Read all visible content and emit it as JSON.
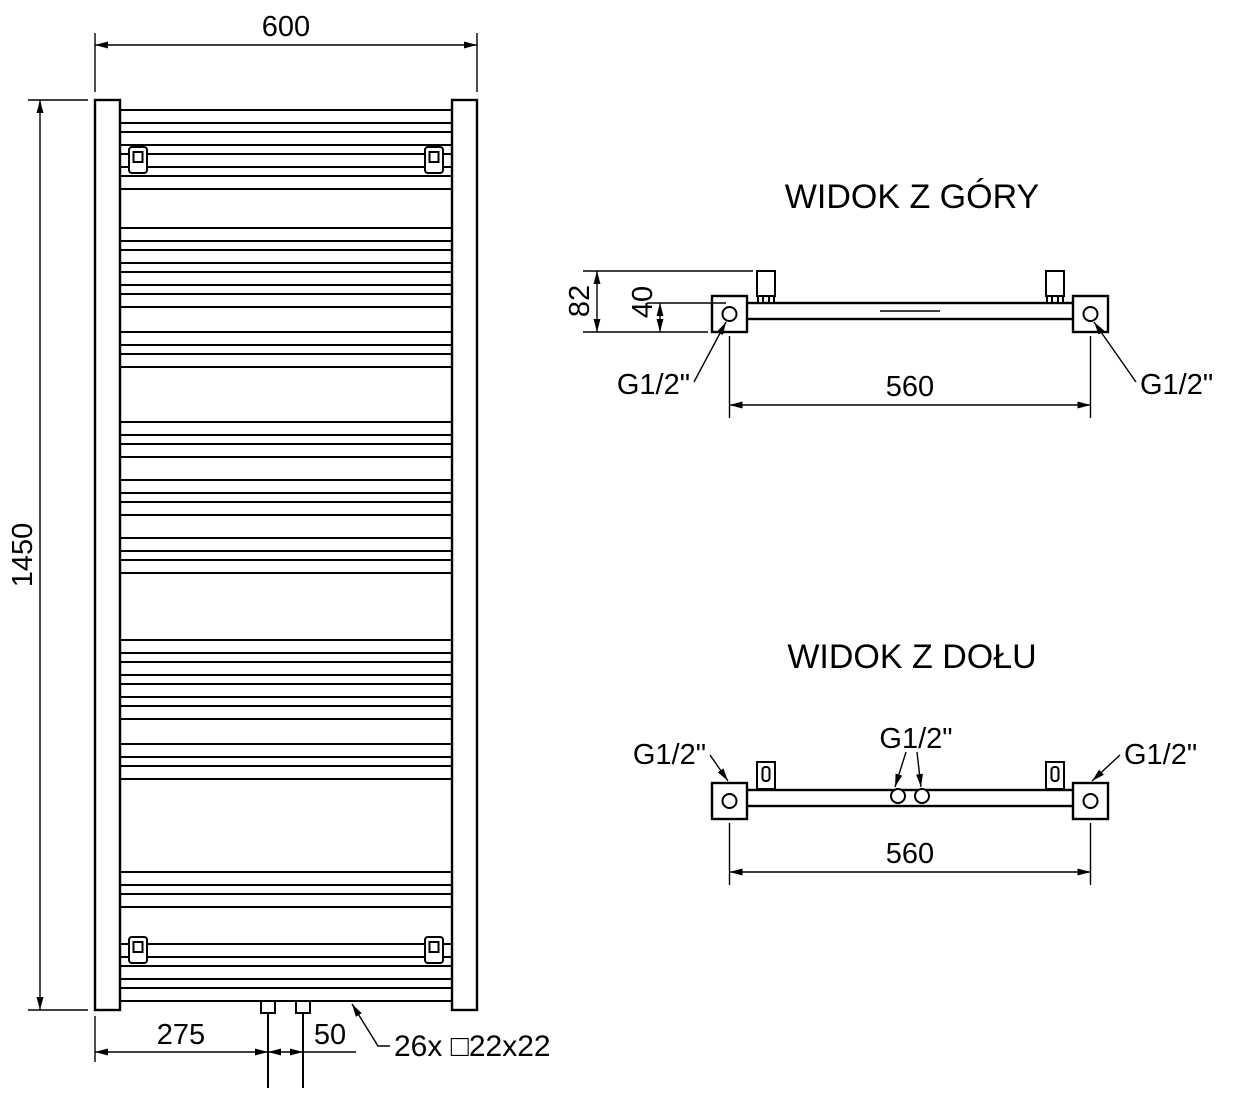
{
  "page": {
    "background_color": "#ffffff",
    "line_color": "#000000"
  },
  "front_view": {
    "width_dim": "600",
    "height_dim": "1450",
    "pipe_offset_dim": "275",
    "pipe_spacing_dim": "50",
    "rungs_label": "26x □22x22"
  },
  "top_view": {
    "title": "WIDOK Z GÓRY",
    "total_depth_dim": "82",
    "bar_depth_dim": "40",
    "connection_spacing_dim": "560",
    "left_connection_label": "G1/2\"",
    "right_connection_label": "G1/2\""
  },
  "bottom_view": {
    "title": "WIDOK Z DOŁU",
    "connection_spacing_dim": "560",
    "left_connection_label": "G1/2\"",
    "center_connection_label": "G1/2\"",
    "right_connection_label": "G1/2\""
  }
}
